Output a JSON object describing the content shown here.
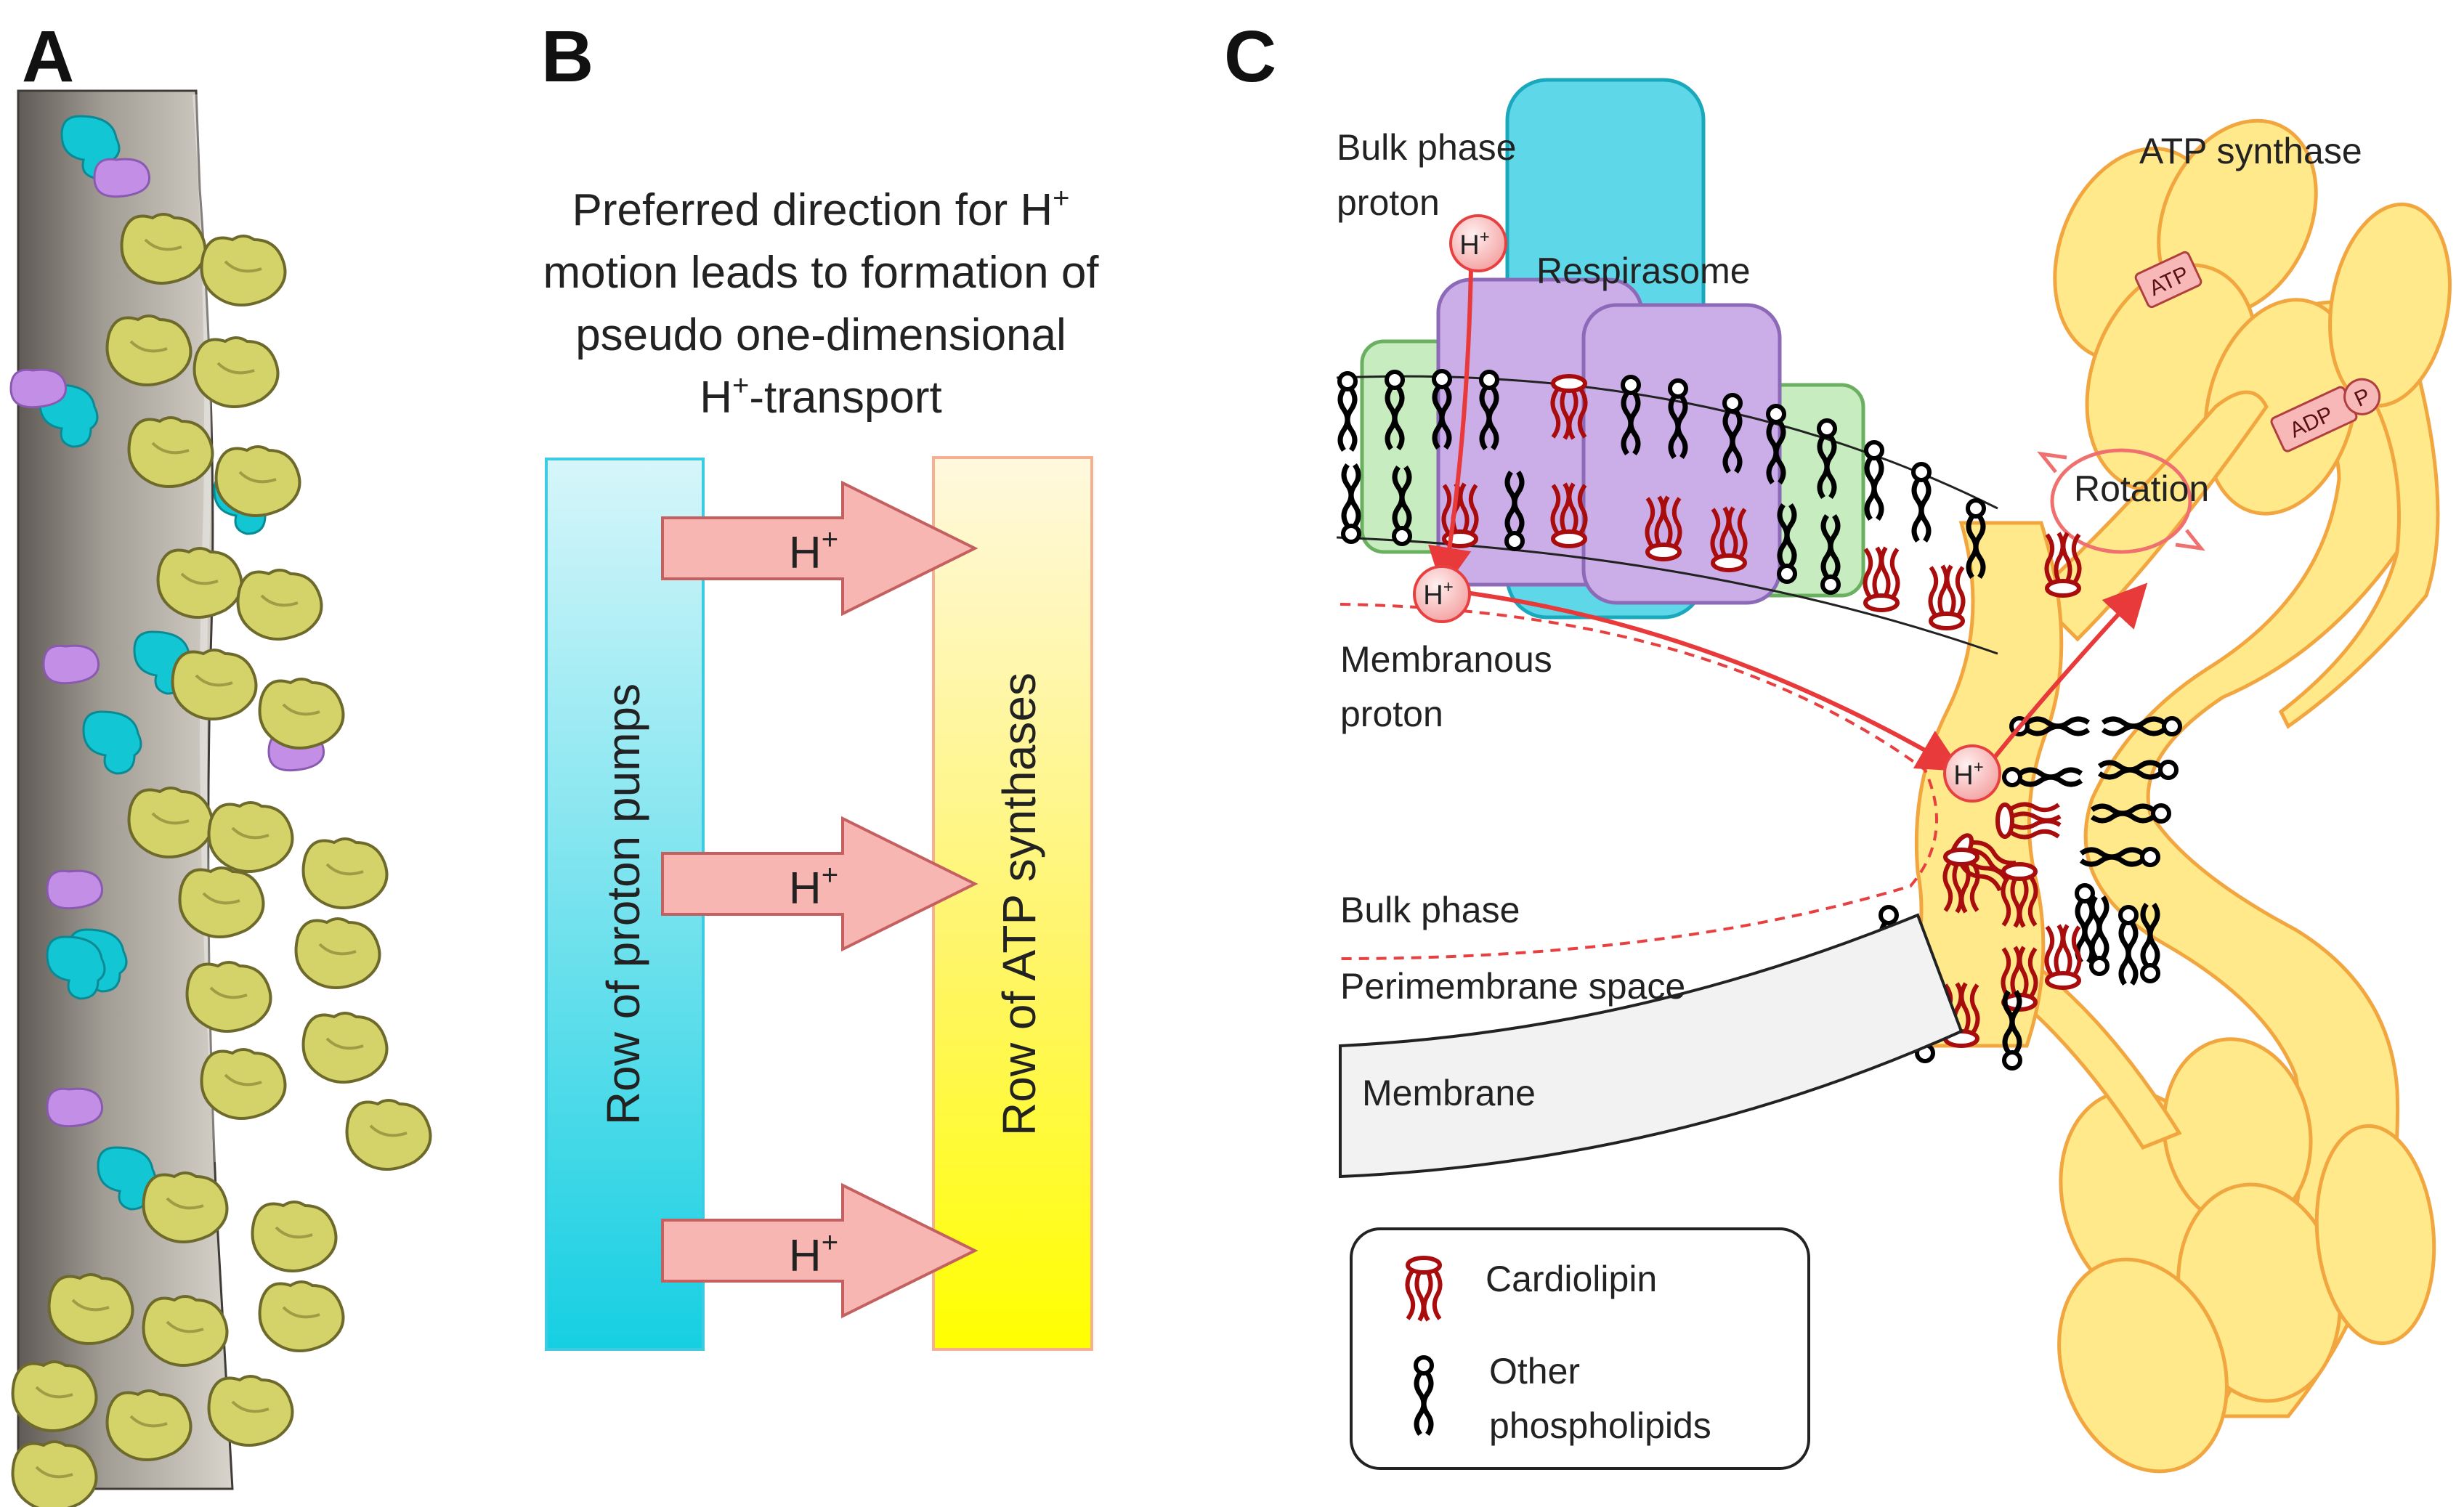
{
  "panels": {
    "a": {
      "letter": "A"
    },
    "b": {
      "letter": "B",
      "caption_lines": [
        "Preferred direction for H",
        "motion leads to formation of",
        "pseudo one-dimensional",
        "-transport"
      ],
      "caption_superscript": "+",
      "caption_line4_prefix": "H",
      "pumps_label": "Row of proton pumps",
      "synthases_label": "Row of ATP synthases",
      "arrow_label": "H",
      "arrow_superscript": "+"
    },
    "c": {
      "letter": "C",
      "bulk_phase_proton_lines": [
        "Bulk phase",
        "proton"
      ],
      "respirasome": "Respirasome",
      "atp_synthase": "ATP synthase",
      "atp_tag": "ATP",
      "adp_tag": "ADP",
      "p_tag": "P",
      "rotation": "Rotation",
      "membranous_proton_lines": [
        "Membranous",
        "proton"
      ],
      "bulk_phase": "Bulk phase",
      "perimembrane_space": "Perimembrane space",
      "membrane": "Membrane",
      "proton_symbol": "H",
      "proton_superscript": "+",
      "legend": {
        "cardiolipin": "Cardiolipin",
        "other_lines": [
          "Other",
          "phospholipids"
        ]
      }
    }
  },
  "colors": {
    "cyan": "#22c4d4",
    "purple": "#c8a8e8",
    "yellow_protein": "#d9d86a",
    "membrane_grey": "#8c8780",
    "pump_gradient_top": "#c8f4f8",
    "pump_gradient_bottom": "#1ecfe0",
    "synthase_gradient_top": "#fff6c8",
    "synthase_gradient_bottom": "#ffff00",
    "arrow_fill": "#f6b7b4",
    "cardiolipin_red": "#b01010",
    "proton_red": "#e84040",
    "atp_yellow": "#ffe98a",
    "atp_outline": "#f0a040",
    "green_box": "#c6ecc0",
    "respirasome_cyan": "#5fd6e6"
  }
}
